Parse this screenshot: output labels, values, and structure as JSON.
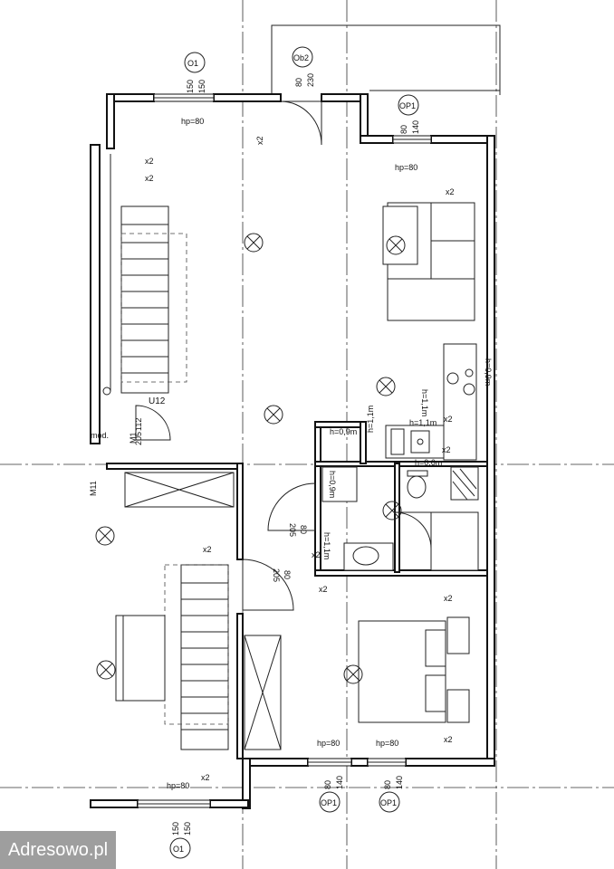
{
  "marks": {
    "o1_top": "O1",
    "o1_top_w": "150",
    "o1_top_h": "150",
    "ob2": "Ob2",
    "ob2_w": "80",
    "ob2_h": "230",
    "op1_right": "OP1",
    "op1_right_w": "80",
    "op1_right_h": "140",
    "hp_top_left": "hp=80",
    "hp_top_right": "hp=80",
    "op1_b1": "OP1",
    "op1_b1_w": "80",
    "op1_b1_h": "140",
    "op1_b2": "OP1",
    "op1_b2_w": "80",
    "op1_b2_h": "140",
    "hp_b1": "hp=80",
    "hp_b2": "hp=80",
    "hp_b3": "hp=80",
    "o1_bottom": "O1",
    "o1_bottom_w": "150",
    "o1_bottom_h": "150"
  },
  "labels": {
    "stair": "U12",
    "m1": "M1",
    "m1_w": "112",
    "m1_h": "205",
    "m_left": "M11",
    "door_w1": "80",
    "door_h1": "205",
    "door_w2": "80",
    "door_h2": "205",
    "mod": "mod.",
    "h_kitchen1": "h=0,9m",
    "h_kitchen2": "h=1,1m",
    "h_kitchen3": "h=1,1m",
    "h_right": "h=0,9m",
    "h_bath1": "h=0,9m",
    "h_bath2": "h=0,6m",
    "h_bath3": "h=1,1m",
    "h_right2": "h=1,1m"
  },
  "sockets": [
    "x2",
    "x2",
    "x2",
    "x2",
    "x2",
    "x2",
    "x2",
    "x2",
    "x2",
    "x2",
    "x2",
    "x2"
  ],
  "watermark": "Adresowo.pl"
}
